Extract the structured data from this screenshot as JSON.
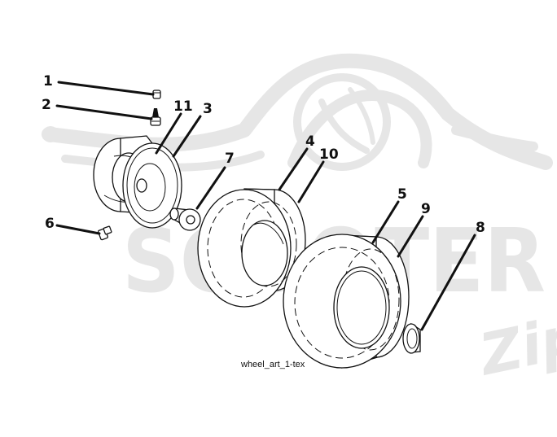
{
  "watermark": {
    "brand": "SCOOTER",
    "script": "Zip",
    "color": "#e6e6e6"
  },
  "diagram": {
    "caption": "wheel_art_1-tex",
    "callouts": {
      "c1": "1",
      "c2": "2",
      "c3": "3",
      "c4": "4",
      "c5": "5",
      "c6": "6",
      "c7": "7",
      "c8": "8",
      "c9": "9",
      "c10": "10",
      "c11": "11"
    }
  }
}
